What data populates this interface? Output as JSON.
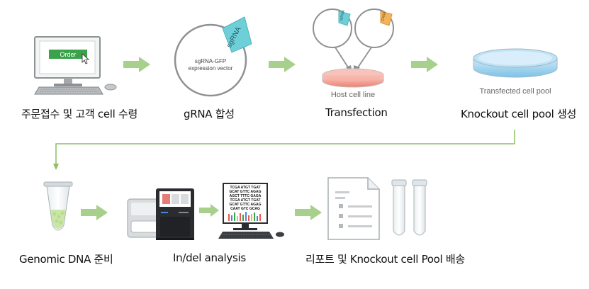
{
  "steps": [
    {
      "label": "주문접수 및 고객 cell 수령",
      "icon": "computer-order-icon"
    },
    {
      "label": "gRNA 합성",
      "icon": "plasmid-vector-icon"
    },
    {
      "label": "Transfection",
      "icon": "transfection-dish-icon"
    },
    {
      "label": "Knockout cell pool 생성",
      "icon": "petri-dish-icon"
    },
    {
      "label": "Genomic DNA 준비",
      "icon": "tube-icon"
    },
    {
      "label": "In/del analysis",
      "icon": "sequencer-icon"
    },
    {
      "label": "리포트 및 Knockout cell Pool 배송",
      "icon": "report-tubes-icon"
    }
  ],
  "illustration_text": {
    "order_button": "Order",
    "plasmid_tag": "sgRNA",
    "vector_line1": "sgRNA-GFP",
    "vector_line2": "expression vector",
    "plasmid_a_tag": "sgRNA",
    "plasmid_b_tag": "CAS9",
    "host_cell_line": "Host cell line",
    "transfected_pool": "Transfected cell pool",
    "seq_lines": [
      "TCGA ATGT TGAT",
      "GCAT GTTC AGAG",
      "AGCT TTTC GAGA",
      "TCGA ATGT TGAT",
      "GCAT GTTC AGAG",
      "CAAT GTC GCAG"
    ]
  },
  "colors": {
    "arrow": "#a8d08d",
    "connector": "#8cc063",
    "order_green": "#3aa34a",
    "tag_teal": "#6fcfd9",
    "tag_orange": "#f2b35a",
    "dish_pink": "#f08a7c",
    "dish_blue": "#9dd3ee"
  }
}
